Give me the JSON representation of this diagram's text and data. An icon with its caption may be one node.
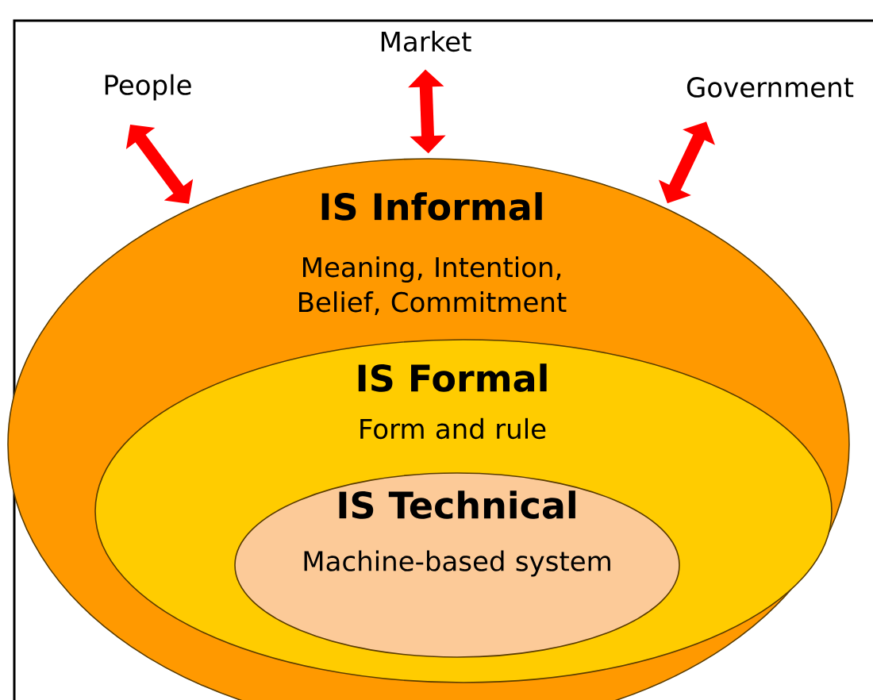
{
  "diagram": {
    "nodes": [
      {
        "text": [
          "People"
        ]
      },
      {
        "text": [
          "Market"
        ]
      },
      {
        "text": [
          "Government"
        ]
      },
      {
        "text": [
          "IS Informal",
          "Meaning, Intention, Belief, Commitment"
        ]
      },
      {
        "text": [
          "IS Formal",
          "Form and rule"
        ],
        "in": 3
      },
      {
        "text": [
          "IS Technical",
          "Machine-based system"
        ],
        "in": 4
      }
    ],
    "edges": [
      {
        "from": 0,
        "to": 3,
        "arrow": "both"
      },
      {
        "from": 1,
        "to": 3,
        "arrow": "both"
      },
      {
        "from": 2,
        "to": 3,
        "arrow": "both"
      }
    ]
  }
}
